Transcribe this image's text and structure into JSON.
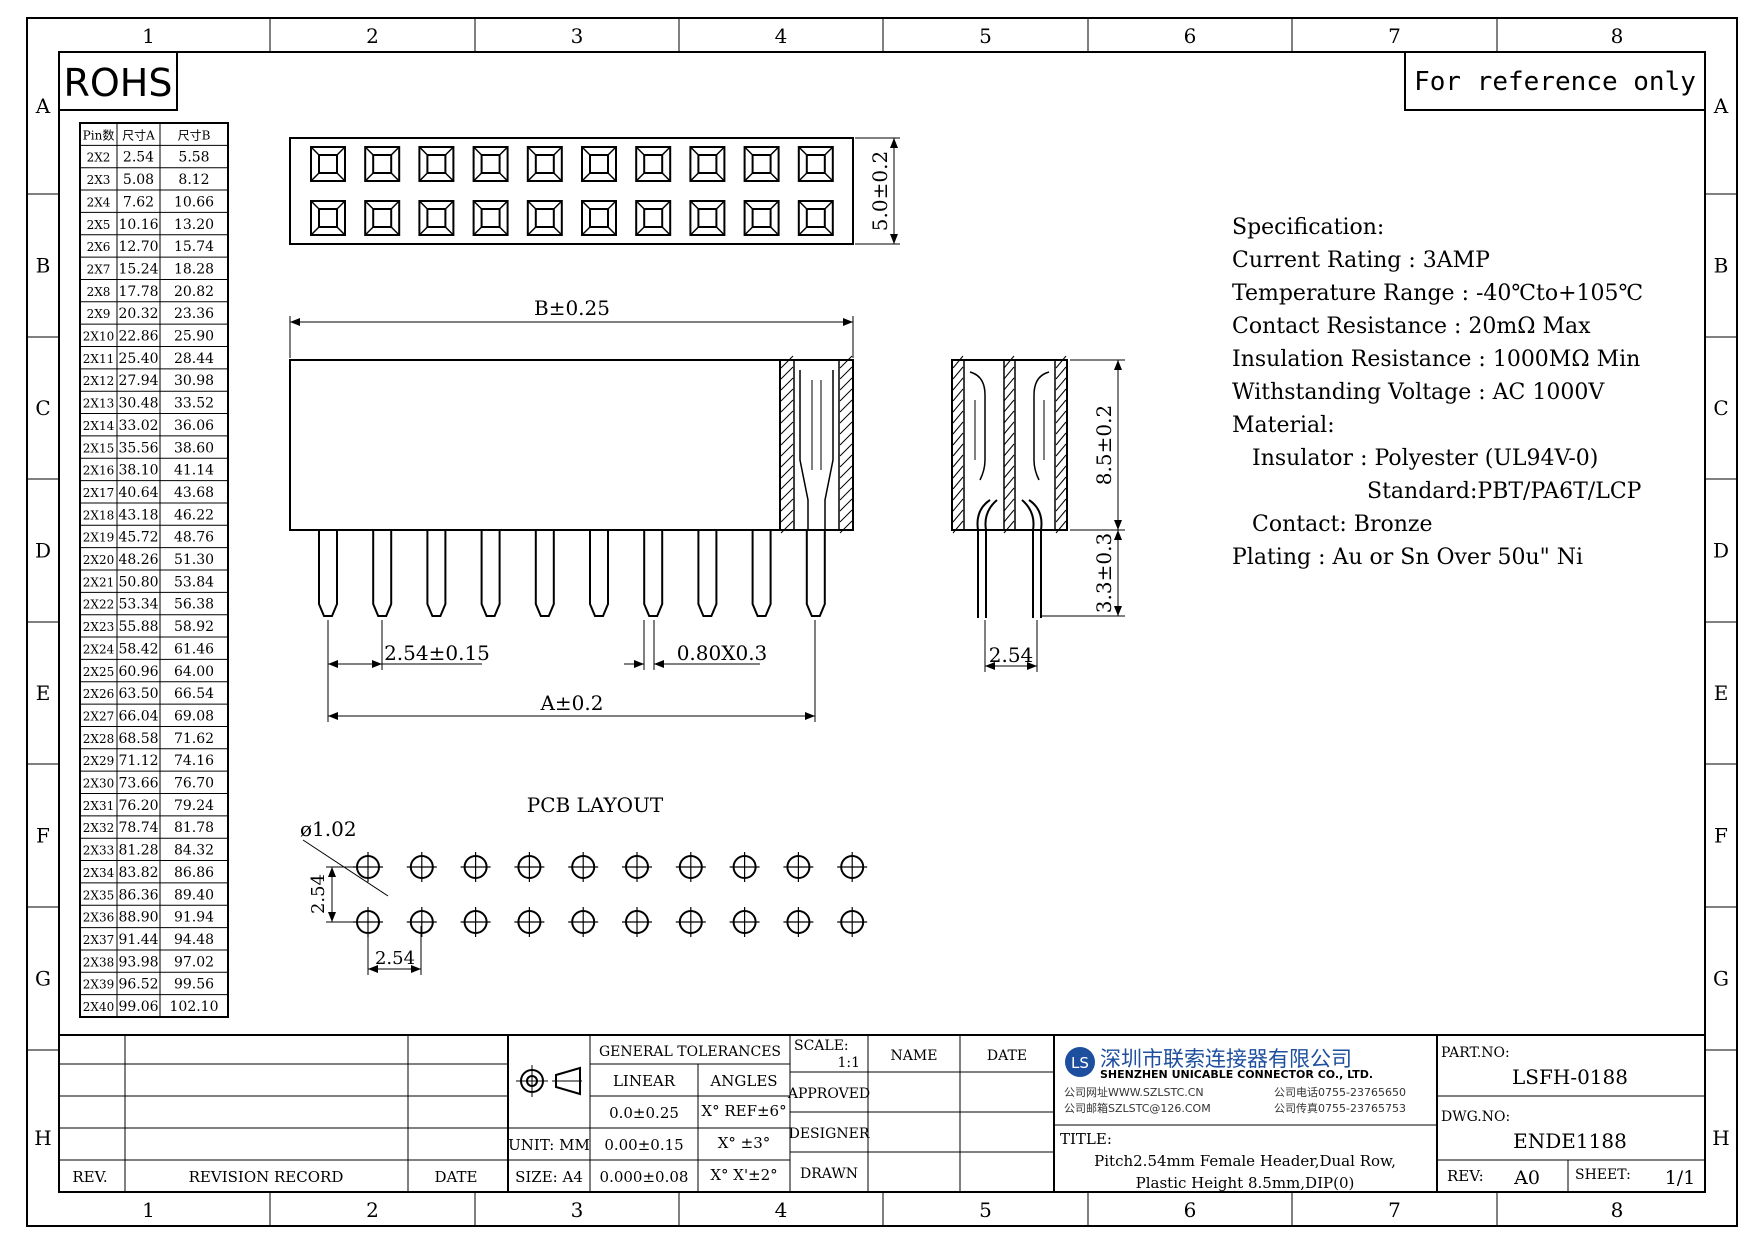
{
  "grid": {
    "columns": [
      "1",
      "2",
      "3",
      "4",
      "5",
      "6",
      "7",
      "8"
    ],
    "rows": [
      "A",
      "B",
      "C",
      "D",
      "E",
      "F",
      "G",
      "H"
    ]
  },
  "rohs": "ROHS",
  "reference_note": "For reference only",
  "size_table": {
    "headers": [
      "Pin数",
      "尺寸A",
      "尺寸B"
    ],
    "rows": [
      [
        "2X2",
        "2.54",
        "5.58"
      ],
      [
        "2X3",
        "5.08",
        "8.12"
      ],
      [
        "2X4",
        "7.62",
        "10.66"
      ],
      [
        "2X5",
        "10.16",
        "13.20"
      ],
      [
        "2X6",
        "12.70",
        "15.74"
      ],
      [
        "2X7",
        "15.24",
        "18.28"
      ],
      [
        "2X8",
        "17.78",
        "20.82"
      ],
      [
        "2X9",
        "20.32",
        "23.36"
      ],
      [
        "2X10",
        "22.86",
        "25.90"
      ],
      [
        "2X11",
        "25.40",
        "28.44"
      ],
      [
        "2X12",
        "27.94",
        "30.98"
      ],
      [
        "2X13",
        "30.48",
        "33.52"
      ],
      [
        "2X14",
        "33.02",
        "36.06"
      ],
      [
        "2X15",
        "35.56",
        "38.60"
      ],
      [
        "2X16",
        "38.10",
        "41.14"
      ],
      [
        "2X17",
        "40.64",
        "43.68"
      ],
      [
        "2X18",
        "43.18",
        "46.22"
      ],
      [
        "2X19",
        "45.72",
        "48.76"
      ],
      [
        "2X20",
        "48.26",
        "51.30"
      ],
      [
        "2X21",
        "50.80",
        "53.84"
      ],
      [
        "2X22",
        "53.34",
        "56.38"
      ],
      [
        "2X23",
        "55.88",
        "58.92"
      ],
      [
        "2X24",
        "58.42",
        "61.46"
      ],
      [
        "2X25",
        "60.96",
        "64.00"
      ],
      [
        "2X26",
        "63.50",
        "66.54"
      ],
      [
        "2X27",
        "66.04",
        "69.08"
      ],
      [
        "2X28",
        "68.58",
        "71.62"
      ],
      [
        "2X29",
        "71.12",
        "74.16"
      ],
      [
        "2X30",
        "73.66",
        "76.70"
      ],
      [
        "2X31",
        "76.20",
        "79.24"
      ],
      [
        "2X32",
        "78.74",
        "81.78"
      ],
      [
        "2X33",
        "81.28",
        "84.32"
      ],
      [
        "2X34",
        "83.82",
        "86.86"
      ],
      [
        "2X35",
        "86.36",
        "89.40"
      ],
      [
        "2X36",
        "88.90",
        "91.94"
      ],
      [
        "2X37",
        "91.44",
        "94.48"
      ],
      [
        "2X38",
        "93.98",
        "97.02"
      ],
      [
        "2X39",
        "96.52",
        "99.56"
      ],
      [
        "2X40",
        "99.06",
        "102.10"
      ]
    ]
  },
  "dimensions": {
    "height_top": "5.0±0.2",
    "length_b": "B±0.25",
    "body_height": "8.5±0.2",
    "pin_length": "3.3±0.3",
    "pitch": "2.54±0.15",
    "pin_section": "0.80X0.3",
    "length_a": "A±0.2",
    "side_pitch": "2.54"
  },
  "pcb_layout": {
    "title": "PCB LAYOUT",
    "hole": "ø1.02",
    "row_pitch": "2.54",
    "col_pitch": "2.54"
  },
  "specification": {
    "lines": [
      "Specification:",
      "Current Rating : 3AMP",
      "Temperature Range : -40℃to+105℃",
      "Contact Resistance : 20mΩ Max",
      "Insulation Resistance : 1000MΩ Min",
      "Withstanding Voltage : AC 1000V",
      "Material:",
      "Insulator : Polyester (UL94V-0)",
      "Standard:PBT/PA6T/LCP",
      "Contact: Bronze",
      "Plating : Au or Sn Over 50u\" Ni"
    ]
  },
  "title_block": {
    "rev": "REV.",
    "revision_record": "REVISION RECORD",
    "date": "DATE",
    "unit": "UNIT: MM",
    "size": "SIZE: A4",
    "general_tolerances": "GENERAL TOLERANCES",
    "linear": "LINEAR",
    "angles": "ANGLES",
    "tol_linear": [
      "0.0±0.25",
      "0.00±0.15",
      "0.000±0.08"
    ],
    "tol_angles": [
      "X° REF±6°",
      "X° ±3°",
      "X° X'±2°"
    ],
    "scale_label": "SCALE:",
    "scale_value": "1:1",
    "approved": "APPROVED",
    "designer": "DESIGNER",
    "drawn": "DRAWN",
    "name": "NAME",
    "date2": "DATE",
    "company_cn": "深圳市联索连接器有限公司",
    "company_en": "SHENZHEN UNICABLE CONNECTOR CO., LTD.",
    "web": "公司网址WWW.SZLSTC.CN",
    "email": "公司邮箱SZLSTC@126.COM",
    "tel": "公司电话0755-23765650",
    "fax": "公司传真0755-23765753",
    "title_label": "TITLE:",
    "title_line1": "Pitch2.54mm Female Header,Dual Row,",
    "title_line2": "Plastic Height 8.5mm,DIP(0)",
    "part_no_label": "PART.NO:",
    "part_no": "LSFH-0188",
    "dwg_no_label": "DWG.NO:",
    "dwg_no": "ENDE1188",
    "rev_label": "REV:",
    "rev_value": "A0",
    "sheet_label": "SHEET:",
    "sheet_value": "1/1"
  }
}
